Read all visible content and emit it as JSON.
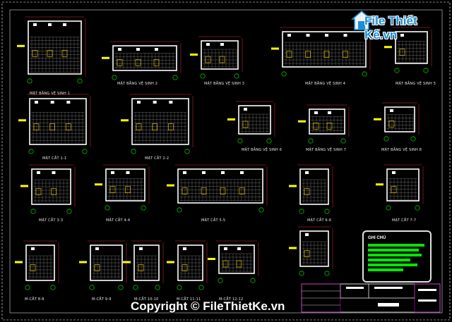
{
  "watermark": {
    "logo_text": "File Thiết Kế.vn",
    "copyright": "Copyright © FileThietKe.vn",
    "brand_color": "#1e8fd6"
  },
  "drawing": {
    "background": "#000000",
    "line_colors": {
      "wall": "#ffffff",
      "dimension": "#e03030",
      "hatch": "#c8c8c8",
      "fixture": "#ffd700",
      "grid_bubble": "#00c000",
      "annotation": "#ffff00"
    },
    "sheet_labels": [
      "MẶT BẰNG VỆ SINH 1",
      "MẶT BẰNG VỆ SINH 2",
      "MẶT BẰNG VỆ SINH 3",
      "MẶT BẰNG VỆ SINH 4",
      "MẶT BẰNG VỆ SINH 5",
      "MẶT BẰNG VỆ SINH 6",
      "MẶT BẰNG VỆ SINH 7",
      "MẶT BẰNG VỆ SINH 8",
      "MẶT CẮT 1-1",
      "MẶT CẮT 2-2",
      "MẶT CẮT 3-3",
      "MẶT CẮT 4-4",
      "MẶT CẮT 5-5",
      "MẶT CẮT 6-6",
      "MẶT CẮT 7-7",
      "M-CẮT 8-8",
      "M-CẮT 9-9",
      "M-CẮT 10-10",
      "M-CẮT 11-11",
      "M-CẮT 12-12"
    ],
    "legend_title": "GHI CHÚ"
  }
}
